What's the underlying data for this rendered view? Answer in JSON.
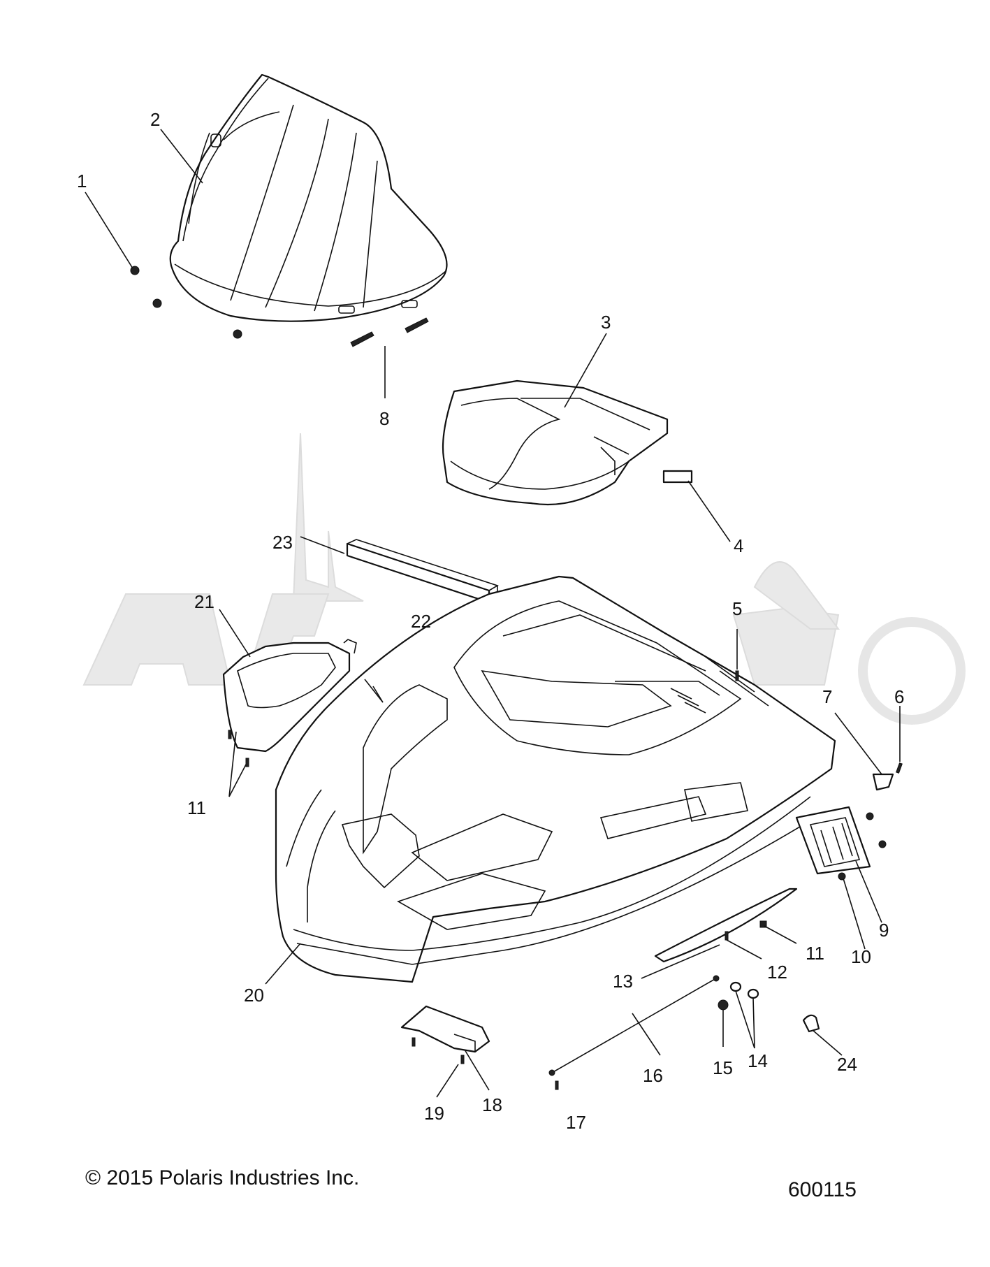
{
  "callouts": [
    {
      "id": "c1",
      "text": "1"
    },
    {
      "id": "c2",
      "text": "2"
    },
    {
      "id": "c3",
      "text": "3"
    },
    {
      "id": "c4",
      "text": "4"
    },
    {
      "id": "c5",
      "text": "5"
    },
    {
      "id": "c6",
      "text": "6"
    },
    {
      "id": "c7",
      "text": "7"
    },
    {
      "id": "c8",
      "text": "8"
    },
    {
      "id": "c9",
      "text": "9"
    },
    {
      "id": "c10",
      "text": "10"
    },
    {
      "id": "c11a",
      "text": "11"
    },
    {
      "id": "c11b",
      "text": "11"
    },
    {
      "id": "c12",
      "text": "12"
    },
    {
      "id": "c13",
      "text": "13"
    },
    {
      "id": "c14",
      "text": "14"
    },
    {
      "id": "c15",
      "text": "15"
    },
    {
      "id": "c16",
      "text": "16"
    },
    {
      "id": "c17",
      "text": "17"
    },
    {
      "id": "c18",
      "text": "18"
    },
    {
      "id": "c19",
      "text": "19"
    },
    {
      "id": "c20",
      "text": "20"
    },
    {
      "id": "c21",
      "text": "21"
    },
    {
      "id": "c22",
      "text": "22"
    },
    {
      "id": "c23",
      "text": "23"
    },
    {
      "id": "c24",
      "text": "24"
    }
  ],
  "footer": {
    "copyright": "© 2015 Polaris Industries Inc.",
    "diagram_number": "600115"
  }
}
